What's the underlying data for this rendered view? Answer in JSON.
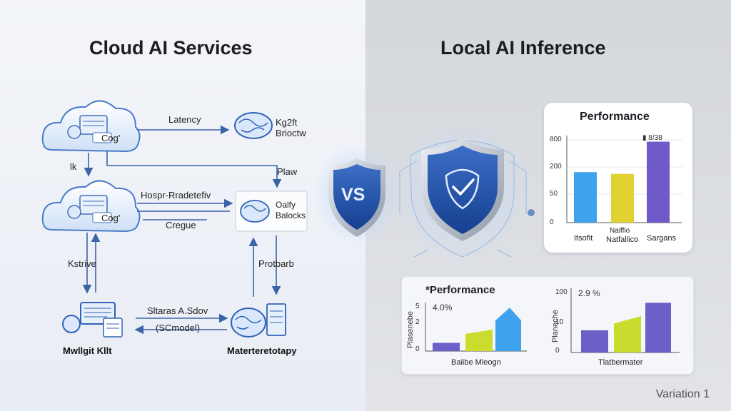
{
  "titles": {
    "left": "Cloud AI Services",
    "right": "Local AI Inference"
  },
  "cloud1": {
    "chip": "Cog'"
  },
  "cloud2": {
    "chip": "Cog'"
  },
  "labels": {
    "latency": "Latency",
    "brain1_line1": "Kg2ft",
    "brain1_line2": "Brioctw",
    "flow": "Plaw",
    "mid": "Hospr-Rradetefiv",
    "quality_line1": "Oalfy",
    "quality_line2": "Balocks",
    "cregue": "Cregue",
    "lk": "lk",
    "kstrive": "Kstrive",
    "protbarb": "Protbarb",
    "shares": "Sltaras A.Sdov",
    "scmodel": "(SCmodel)",
    "mailkit": "Mwllgit Kllt",
    "matertory": "Materteretotapy"
  },
  "vs": "VS",
  "footer": "Variation 1",
  "chart_data": [
    {
      "type": "bar",
      "title": "Performance",
      "ylabel": "",
      "yticks": [
        "800",
        "200",
        "50",
        "0"
      ],
      "categories": [
        "Itsofit",
        "Naiffio\nNatfallico",
        "Sargans"
      ],
      "values": [
        0.58,
        0.56,
        0.93
      ],
      "colors": [
        "#3ea3ee",
        "#dfd232",
        "#7059c9"
      ],
      "annotation": "▮ 8/38"
    },
    {
      "type": "bar",
      "title": "*Performance",
      "ylabel": "Plasenebe",
      "yticks": [
        "5",
        "2",
        "0"
      ],
      "annotation": "4.0%",
      "xlabel": "Baiibe Mleogn",
      "values": [
        0.18,
        0.47,
        0.67,
        0.95
      ],
      "colors": [
        "#6c5fc8",
        "#cbdc2f",
        "#3ea3ee",
        "#3ea3ee"
      ]
    },
    {
      "type": "bar",
      "title": "",
      "ylabel": "Planeche",
      "yticks": [
        "100",
        "10",
        "0"
      ],
      "annotation": "2.9 %",
      "xlabel": "Tlatbermater",
      "values": [
        0.38,
        0.62,
        0.85
      ],
      "colors": [
        "#6c5fc8",
        "#c7dc2f",
        "#6c5fc8"
      ]
    }
  ]
}
